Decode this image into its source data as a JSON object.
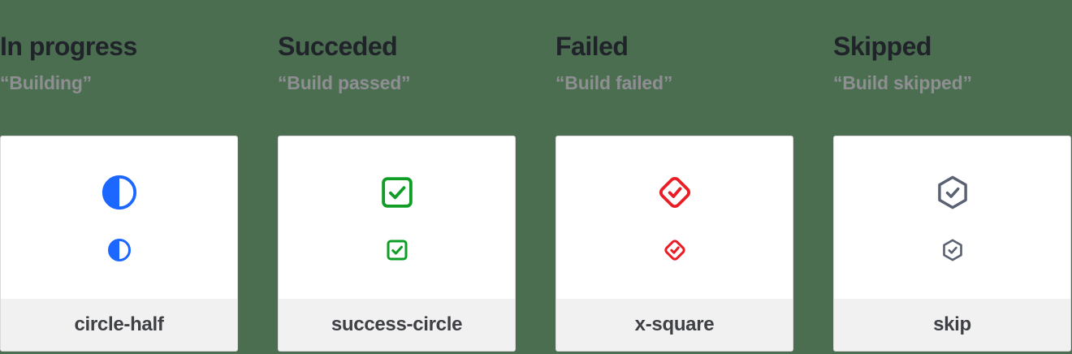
{
  "page": {
    "background_color": "#4a6e4f",
    "card_background": "#ffffff",
    "card_border_color": "#d9d9d9",
    "footer_background": "#f1f1f2"
  },
  "columns": [
    {
      "heading": "In progress",
      "subtitle": "“Building”",
      "icon": "circle-half-icon",
      "label": "circle-half",
      "color": "#1c67ff"
    },
    {
      "heading": "Succeded",
      "subtitle": "“Build passed”",
      "icon": "square-check-icon",
      "label": "success-circle",
      "color": "#0f9d26"
    },
    {
      "heading": "Failed",
      "subtitle": "“Build failed”",
      "icon": "diamond-check-icon",
      "label": "x-square",
      "color": "#ea1c24"
    },
    {
      "heading": "Skipped",
      "subtitle": "“Build skipped”",
      "icon": "hexagon-check-icon",
      "label": "skip",
      "color": "#5a6172"
    }
  ]
}
